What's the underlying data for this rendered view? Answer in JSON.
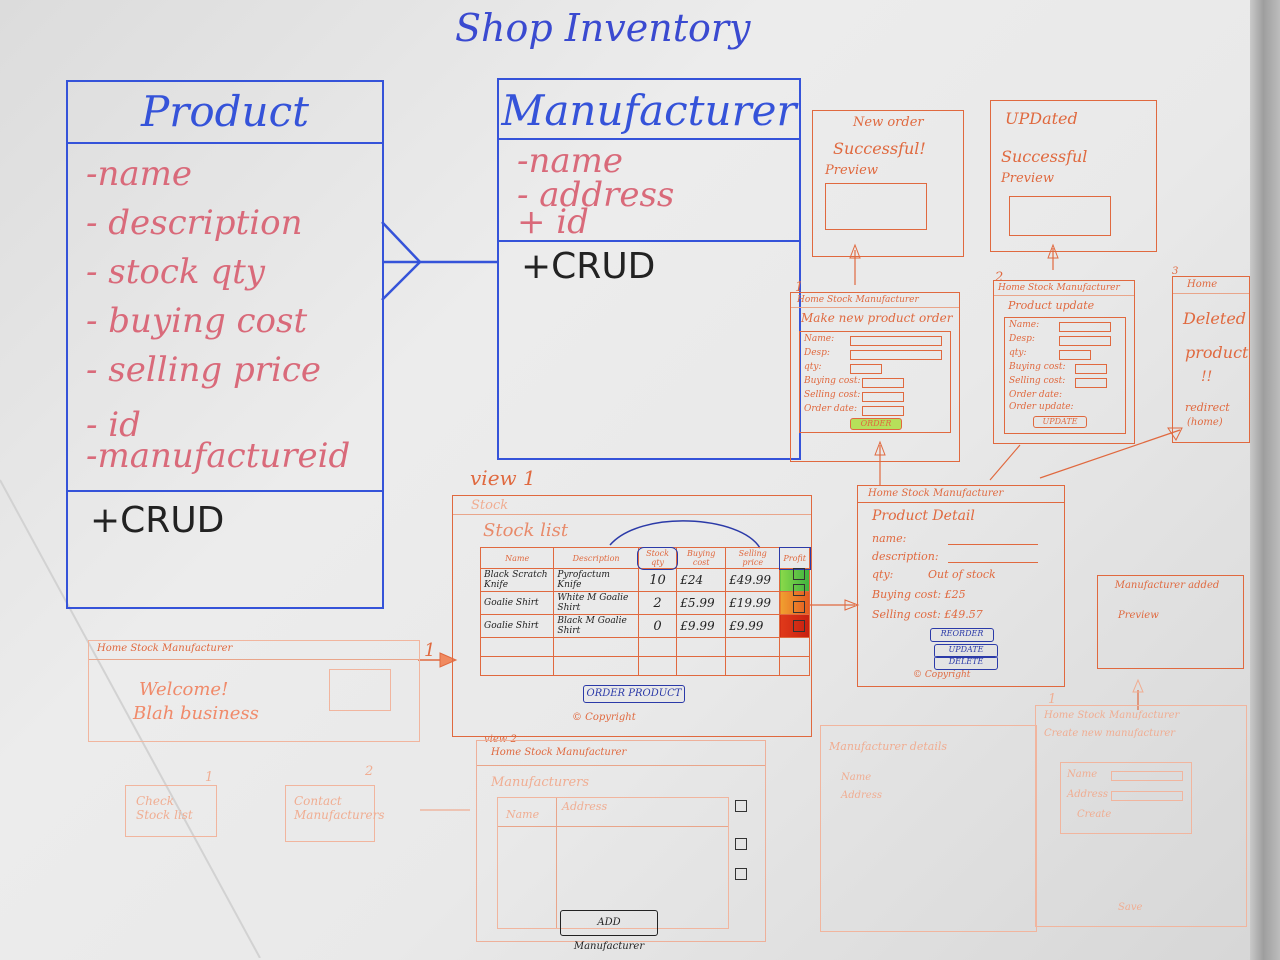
{
  "title": "Shop Inventory",
  "product": {
    "name": "Product",
    "attributes": [
      "-name",
      "- description",
      "- stock qty",
      "- buying cost",
      "- selling price",
      "- id",
      "-manufactureid"
    ],
    "operations": "+CRUD"
  },
  "manufacturer": {
    "name": "Manufacturer",
    "attributes": [
      "-name",
      "- address",
      "+ id"
    ],
    "operations": "+CRUD"
  },
  "new_order": {
    "title": "New order",
    "message": "Successful!",
    "sub": "Preview"
  },
  "updated": {
    "title": "UPDated",
    "message": "Successful",
    "sub": "Preview"
  },
  "new_product_order": {
    "number": "1",
    "header": "Home Stock Manufacturer",
    "heading": "Make new product order",
    "fields": [
      "Name:",
      "Desp:",
      "qty:",
      "Buying cost:",
      "Selling cost:",
      "Order date:"
    ],
    "button": "ORDER"
  },
  "product_update": {
    "number": "2",
    "header": "Home Stock Manufacturer",
    "heading": "Product update",
    "fields": [
      "Name:",
      "Desp:",
      "qty:",
      "Buying cost:",
      "Selling cost:",
      "Order date:",
      "Order update:"
    ],
    "button": "UPDATE"
  },
  "deleted": {
    "number": "3",
    "header": "Home",
    "lines": [
      "Deleted",
      "product",
      "!!",
      "redirect",
      "(home)"
    ]
  },
  "view1": {
    "label": "view 1",
    "nav": "Stock",
    "heading": "Stock list",
    "columns": [
      "Name",
      "Description",
      "Stock qty",
      "Buying cost",
      "Selling price",
      "Profit"
    ],
    "rows": [
      [
        "Black Scratch Knife",
        "Pyrofactum Knife",
        "10",
        "£24",
        "£49.99"
      ],
      [
        "Goalie Shirt",
        "White M Goalie Shirt",
        "2",
        "£5.99",
        "£19.99"
      ],
      [
        "Goalie Shirt",
        "Black M Goalie Shirt",
        "0",
        "£9.99",
        "£9.99"
      ]
    ],
    "button": "ORDER PRODUCT",
    "footer": "© Copyright"
  },
  "home": {
    "header": "Home Stock Manufacturer",
    "welcome": "Welcome!",
    "text": "Blah business",
    "link1": "Check Stock list",
    "link2": "Contact Manufacturers",
    "num1": "1",
    "num2": "2",
    "arrow": "1"
  },
  "detail": {
    "header": "Home Stock Manufacturer",
    "heading": "Product Detail",
    "fields": [
      "name:",
      "description:",
      "qty:",
      "Buying cost: £25",
      "Selling cost: £49.57"
    ],
    "qty_note": "Out of stock",
    "buttons": [
      "REORDER",
      "UPDATE",
      "DELETE"
    ],
    "footer": "© Copyright"
  },
  "view2": {
    "label": "view 2",
    "header": "Home Stock Manufacturer",
    "heading": "Manufacturers",
    "columns": [
      "Name",
      "Address"
    ],
    "button": "ADD Manufacturer"
  },
  "manufacturer_detail": {
    "heading": "Manufacturer details",
    "fields": [
      "Name",
      "Address"
    ]
  },
  "add_preview": {
    "title": "Manufacturer added",
    "sub": "Preview"
  },
  "add_form": {
    "number": "1",
    "header": "Home Stock Manufacturer",
    "heading": "Create new manufacturer",
    "fields": [
      "Name",
      "Address"
    ],
    "button": "Create",
    "footer": "Save"
  }
}
